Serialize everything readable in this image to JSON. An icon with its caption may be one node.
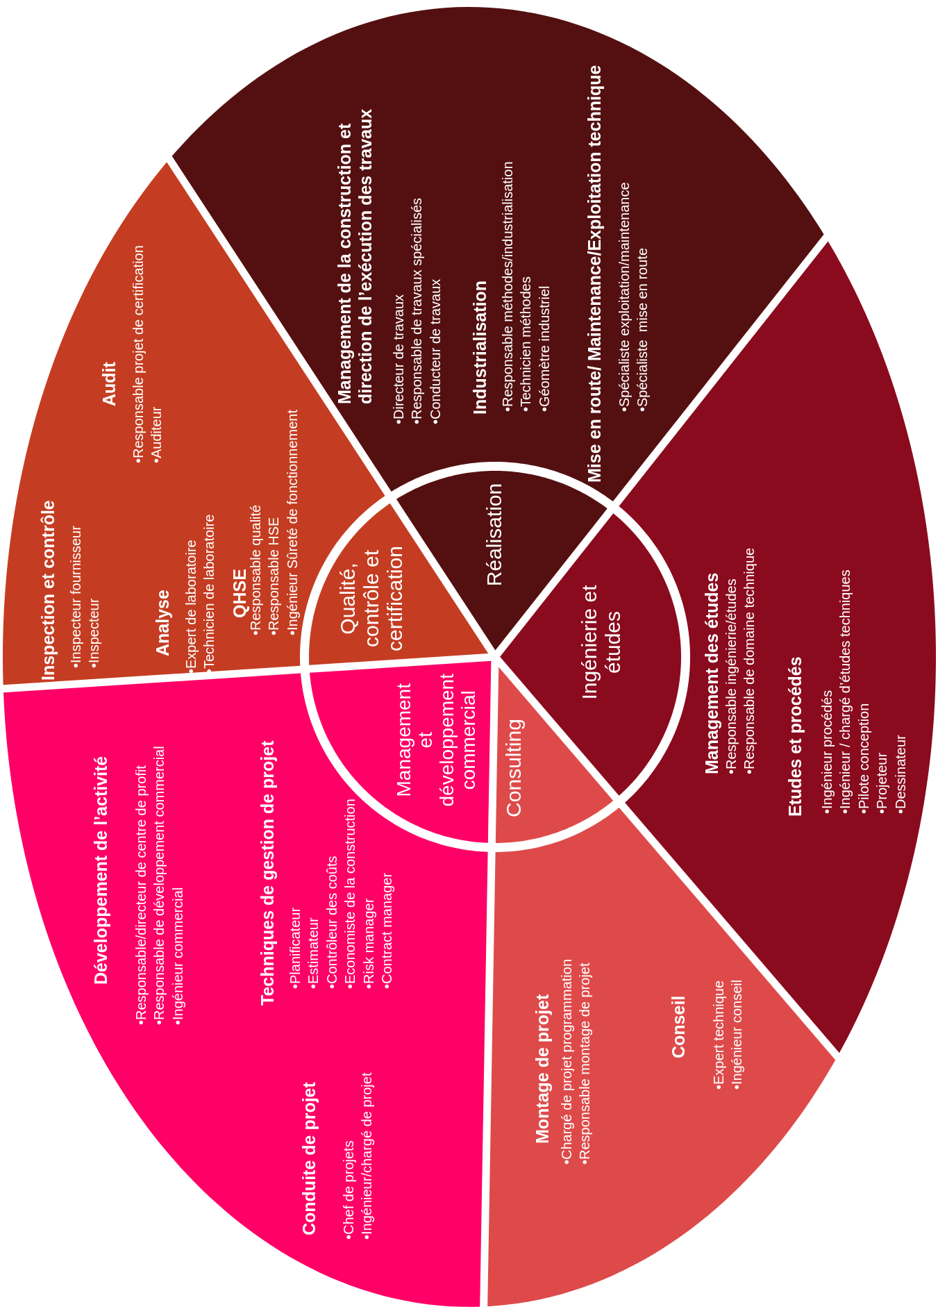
{
  "diagram": {
    "nodes": [
      {
        "text": [
          "Réalisation"
        ]
      },
      {
        "text": [
          "Ingénierie et études"
        ]
      },
      {
        "text": [
          "Consulting"
        ]
      },
      {
        "text": [
          "Management et développement commercial"
        ]
      },
      {
        "text": [
          "Qualité, contrôle et certification"
        ]
      },
      {
        "text": [
          "Management de la construction et direction de l’exécution des travaux",
          "•Directeur de travaux",
          "•Responsable de travaux spécialisés",
          "•Conducteur de travaux",
          "Industrialisation",
          "•Responsable méthodes/industrialisation",
          "•Technicien méthodes",
          "•Géomètre industriel",
          "Mise en route/ Maintenance/Exploitation technique",
          "•Spécialiste exploitation/maintenance",
          "•Spécialiste  mise en route"
        ]
      },
      {
        "text": [
          "Management des études",
          "•Responsable ingénierie/études",
          "•Responsable de domaine technique",
          "Etudes et procédés",
          "•Ingénieur procédés",
          "•Ingénieur / chargé d’études techniques",
          "•Pilote conception",
          "•Projeteur",
          "•Dessinateur"
        ]
      },
      {
        "text": [
          "Montage de projet",
          "•Chargé de projet programmation",
          "•Responsable montage de projet",
          "Conseil",
          "•Expert technique",
          "•Ingénieur conseil"
        ]
      },
      {
        "text": [
          "Développement de l’activité",
          "•Responsable/directeur de centre de profit",
          "•Responsable de développement commercial",
          "•Ingénieur commercial",
          "Techniques de gestion de projet",
          "•Planificateur",
          "•Estimateur",
          "•Contrôleur des coûts",
          "•Economiste de la construction",
          "•Risk manager",
          "•Contract manager",
          "Conduite de projet",
          "•Chef de projets",
          "•Ingénieur/chargé de projet"
        ]
      },
      {
        "text": [
          "Inspection et contrôle",
          "•Inspecteur fournisseur",
          "•Inspecteur",
          "Audit",
          "•Responsable projet de certification",
          "•Auditeur",
          "Analyse",
          "•Expert de laboratoire",
          "•Technicien de laboratoire",
          "QHSE",
          "•Responsable qualité",
          "•Responsable HSE",
          "•Ingénieur Sûreté de fonctionnement"
        ]
      }
    ]
  }
}
